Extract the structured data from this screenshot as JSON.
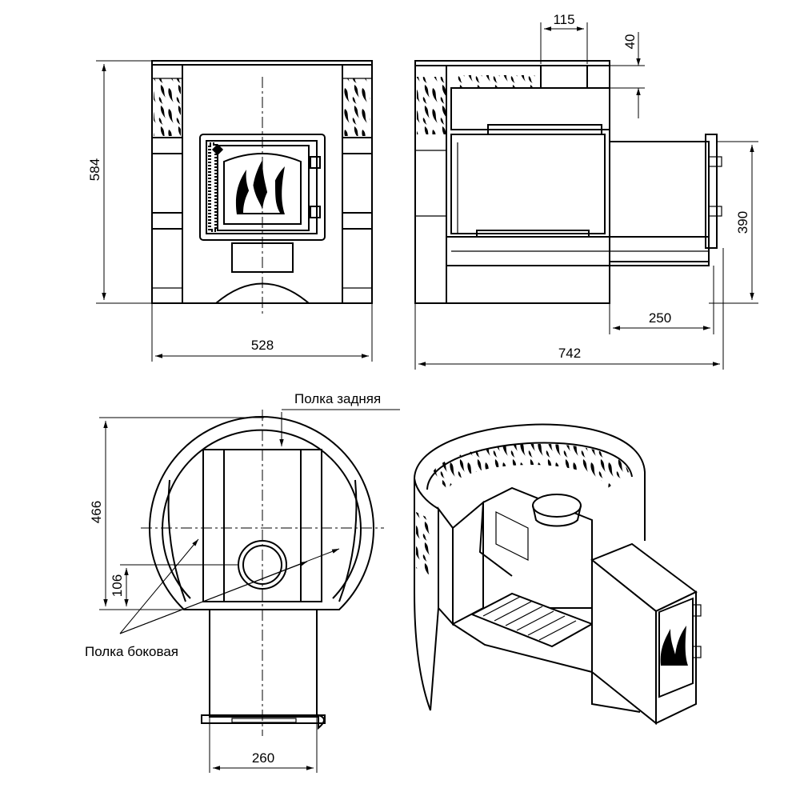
{
  "dimensions": {
    "front_height": "584",
    "front_width": "528",
    "side_top_opening": "115",
    "side_top_height": "40",
    "side_tunnel_height": "390",
    "side_tunnel_length": "250",
    "side_total_length": "742",
    "plan_depth": "466",
    "plan_offset": "106",
    "plan_tunnel_width": "260"
  },
  "labels": {
    "rear_shelf": "Полка задняя",
    "side_shelf": "Полка боковая"
  },
  "icons": [
    "flame-icon",
    "stone-texture"
  ]
}
